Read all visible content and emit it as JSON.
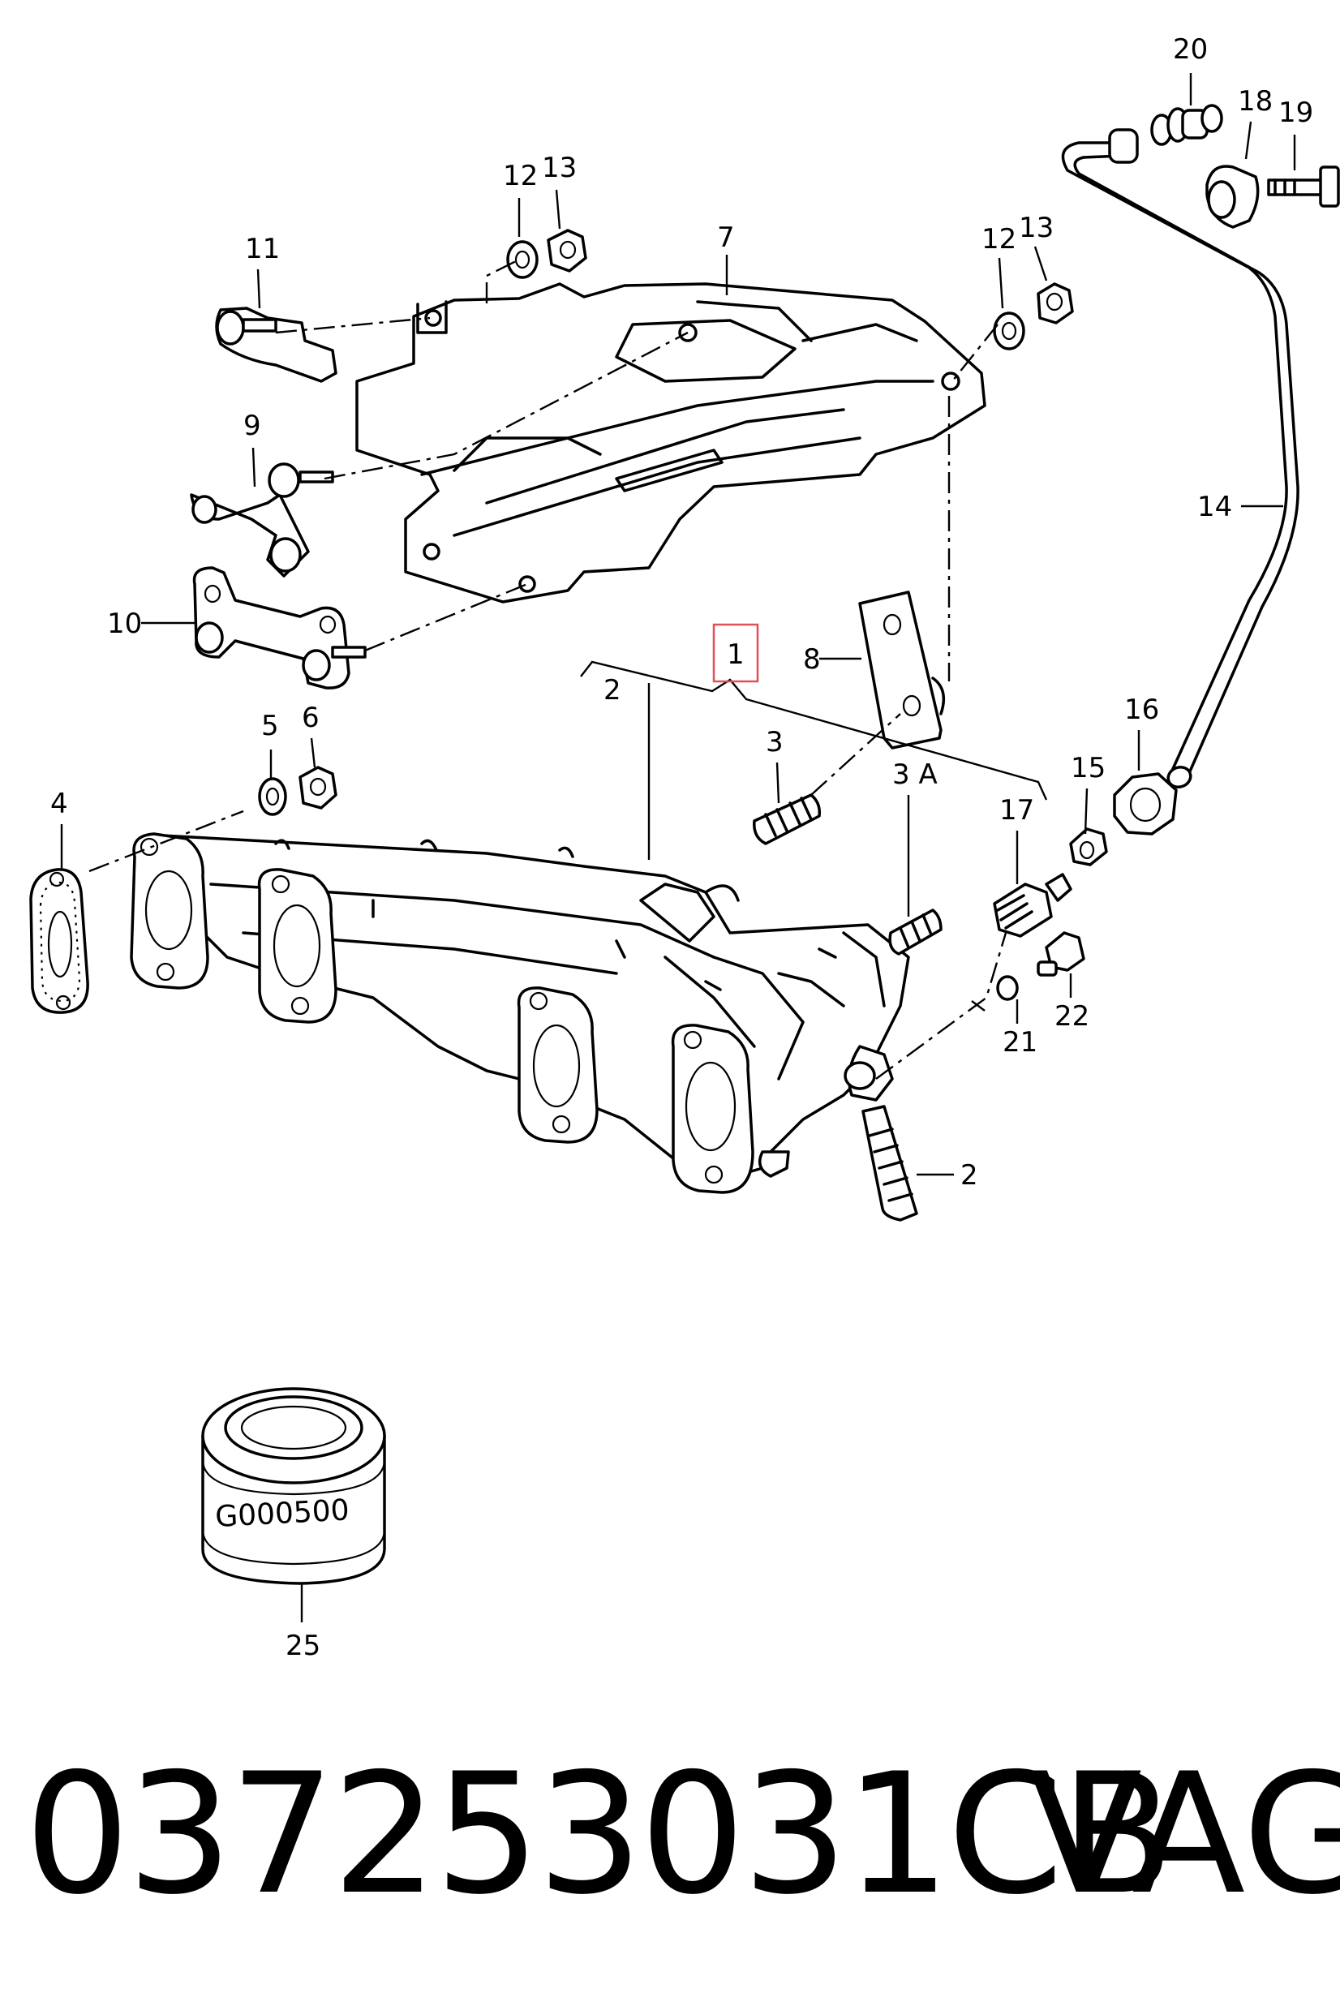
{
  "callouts": [
    {
      "id": "20",
      "label": "20"
    },
    {
      "id": "18",
      "label": "18"
    },
    {
      "id": "19",
      "label": "19"
    },
    {
      "id": "12a",
      "label": "12"
    },
    {
      "id": "13a",
      "label": "13"
    },
    {
      "id": "7",
      "label": "7"
    },
    {
      "id": "12b",
      "label": "12"
    },
    {
      "id": "13b",
      "label": "13"
    },
    {
      "id": "11",
      "label": "11"
    },
    {
      "id": "9",
      "label": "9"
    },
    {
      "id": "14",
      "label": "14"
    },
    {
      "id": "10",
      "label": "10"
    },
    {
      "id": "1",
      "label": "1"
    },
    {
      "id": "8",
      "label": "8"
    },
    {
      "id": "2a",
      "label": "2"
    },
    {
      "id": "16",
      "label": "16"
    },
    {
      "id": "5",
      "label": "5"
    },
    {
      "id": "6",
      "label": "6"
    },
    {
      "id": "3",
      "label": "3"
    },
    {
      "id": "3A",
      "label": "3 A"
    },
    {
      "id": "15",
      "label": "15"
    },
    {
      "id": "4",
      "label": "4"
    },
    {
      "id": "17",
      "label": "17"
    },
    {
      "id": "22",
      "label": "22"
    },
    {
      "id": "21",
      "label": "21"
    },
    {
      "id": "2b",
      "label": "2"
    },
    {
      "id": "25",
      "label": "25"
    }
  ],
  "filter_print": "G000500",
  "part_number": "037253031CB",
  "brand": "VAG",
  "highlight_color": "#e0505a"
}
